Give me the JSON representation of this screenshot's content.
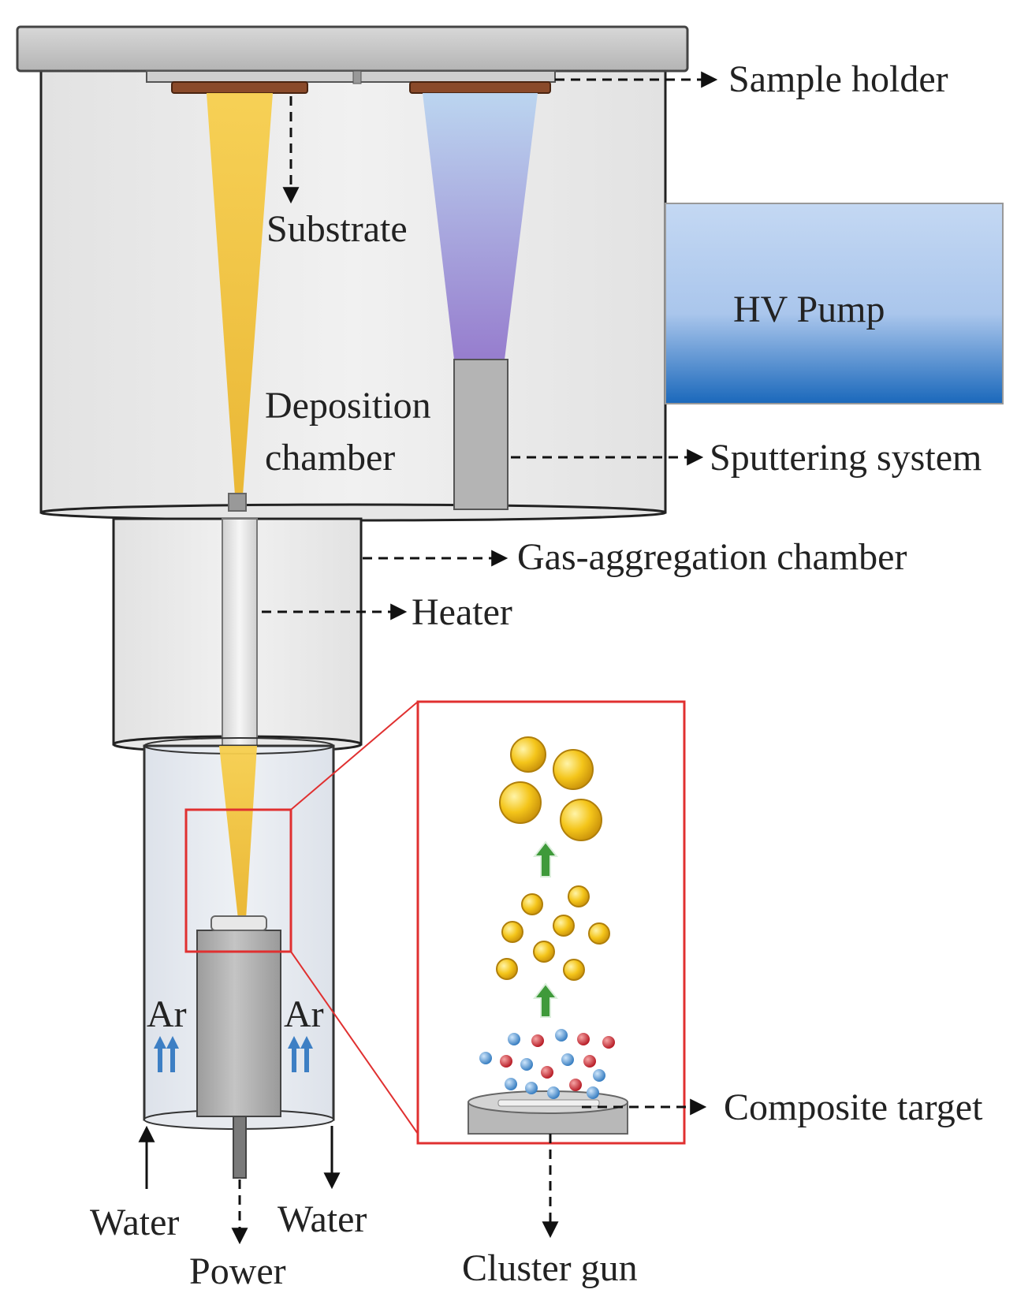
{
  "labels": {
    "sample_holder": "Sample holder",
    "substrate": "Substrate",
    "hv_pump": "HV Pump",
    "deposition_line1": "Deposition",
    "deposition_line2": "chamber",
    "sputtering_system": "Sputtering system",
    "gas_aggregation_chamber": "Gas-aggregation chamber",
    "heater": "Heater",
    "ar_left": "Ar",
    "ar_right": "Ar",
    "composite_target": "Composite target",
    "water_in": "Water",
    "water_out": "Water",
    "power": "Power",
    "cluster_gun": "Cluster gun"
  },
  "colors": {
    "chamber_fill": "#ececec",
    "plate_fill": "#c8c8c8",
    "substrate_brown": "#8a4a2a",
    "beam_gold": "#f4c53a",
    "sputter_blue": "#a8c8ec",
    "sputter_violet": "#9a7fd0",
    "pump_top": "#bcd2f0",
    "pump_bottom": "#1f6fc0",
    "zoom_red": "#e03030",
    "ar_arrow": "#3d7fc4",
    "growth_arrow": "#3f9a3a",
    "particle_gold": "#f1c40f",
    "ion_blue": "#3a86c8",
    "ion_red": "#c4202a"
  },
  "icons": {
    "flow_arrow": "double-up-arrow-icon",
    "growth_arrow": "up-arrow-icon",
    "leader": "dashed-arrow-icon"
  }
}
